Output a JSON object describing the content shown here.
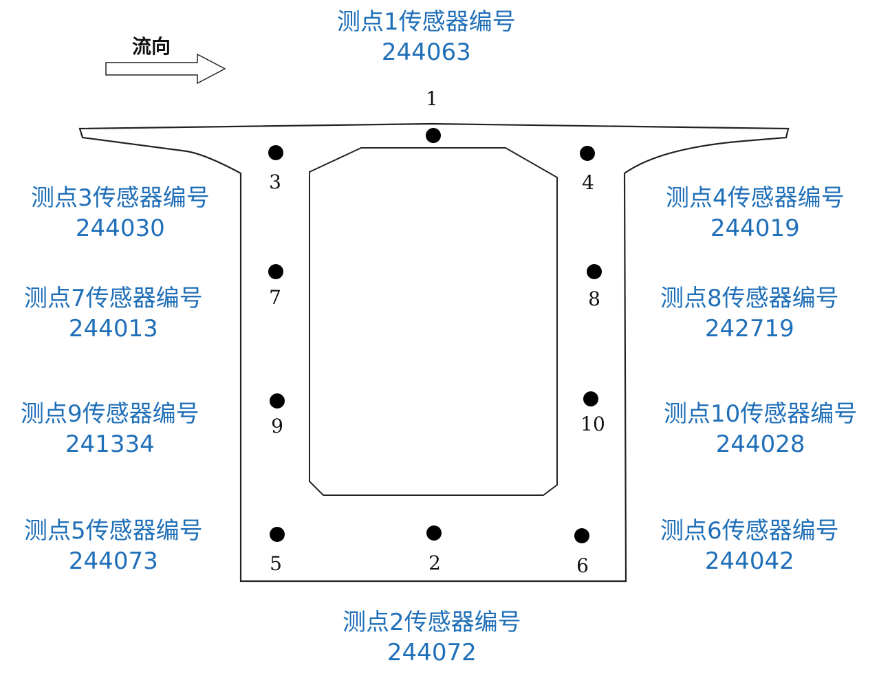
{
  "flow_direction_label": "流向",
  "points": [
    {
      "number": "1",
      "title": "测点1传感器编号",
      "sensor_id": "244063"
    },
    {
      "number": "2",
      "title": "测点2传感器编号",
      "sensor_id": "244072"
    },
    {
      "number": "3",
      "title": "测点3传感器编号",
      "sensor_id": "244030"
    },
    {
      "number": "4",
      "title": "测点4传感器编号",
      "sensor_id": "244019"
    },
    {
      "number": "5",
      "title": "测点5传感器编号",
      "sensor_id": "244073"
    },
    {
      "number": "6",
      "title": "测点6传感器编号",
      "sensor_id": "244042"
    },
    {
      "number": "7",
      "title": "测点7传感器编号",
      "sensor_id": "244013"
    },
    {
      "number": "8",
      "title": "测点8传感器编号",
      "sensor_id": "242719"
    },
    {
      "number": "9",
      "title": "测点9传感器编号",
      "sensor_id": "241334"
    },
    {
      "number": "10",
      "title": "测点10传感器编号",
      "sensor_id": "244028"
    }
  ],
  "colors": {
    "label_text": "#1f6fb8",
    "outline": "#222222",
    "marker": "#000000"
  }
}
